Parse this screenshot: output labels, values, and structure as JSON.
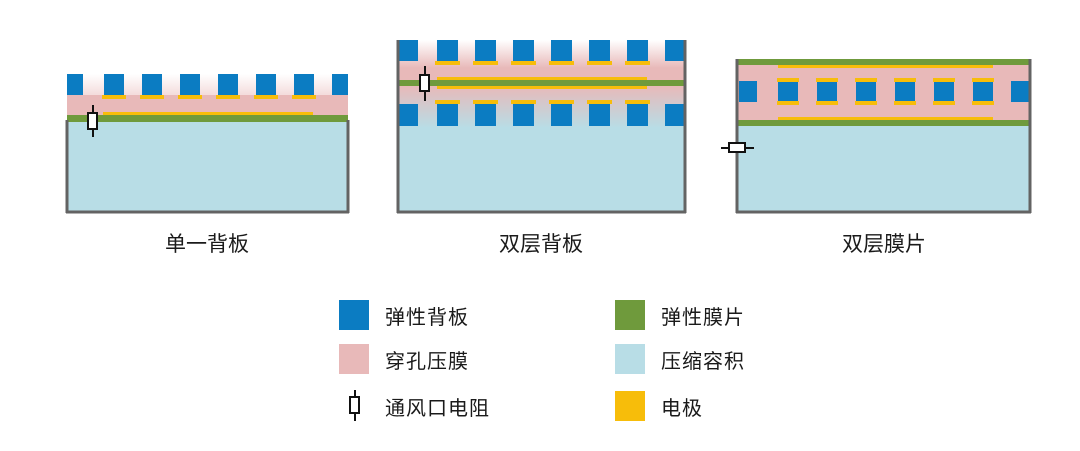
{
  "colors": {
    "backplate": "#0b7cc2",
    "membrane": "#e8b9b9",
    "elastic_film": "#6f9a3c",
    "volume": "#b8dde6",
    "electrode": "#f7bd0a",
    "frame": "#636363"
  },
  "panels": [
    {
      "id": "single-backplate",
      "caption": "单一背板"
    },
    {
      "id": "dual-backplate",
      "caption": "双层背板"
    },
    {
      "id": "dual-membrane",
      "caption": "双层膜片"
    }
  ],
  "legend": [
    {
      "key": "backplate",
      "label": "弹性背板"
    },
    {
      "key": "elastic_film",
      "label": "弹性膜片"
    },
    {
      "key": "membrane",
      "label": "穿孔压膜"
    },
    {
      "key": "volume",
      "label": "压缩容积"
    },
    {
      "key": "vent",
      "label": "通风口电阻",
      "icon": "vent-resistor-icon"
    },
    {
      "key": "electrode",
      "label": "电极"
    }
  ]
}
